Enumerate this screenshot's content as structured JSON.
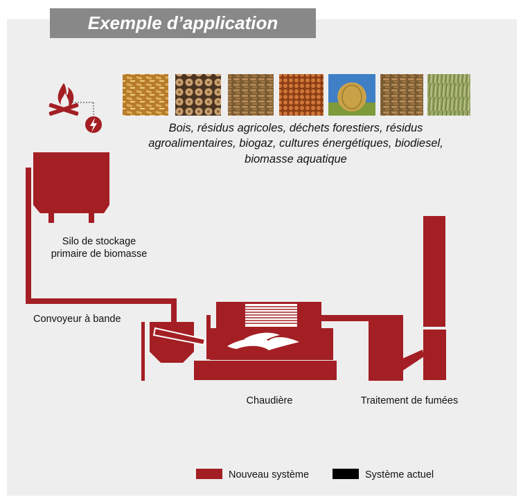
{
  "title": "Exemple d’application",
  "biomass_text": [
    "Bois, résidus agricoles, déchets forestiers, résidus",
    "agroalimentaires, biogaz, cultures énergétiques, biodiesel,",
    "biomasse aquatique"
  ],
  "images": [
    {
      "name": "wood-chips-photo"
    },
    {
      "name": "log-pile-photo"
    },
    {
      "name": "wood-pellets-photo"
    },
    {
      "name": "grain-photo"
    },
    {
      "name": "hay-bale-photo"
    },
    {
      "name": "pellets-photo"
    },
    {
      "name": "energy-grass-photo"
    }
  ],
  "labels": {
    "silo": [
      "Silo de stockage",
      "primaire de biomasse"
    ],
    "conveyor": "Convoyeur à bande",
    "boiler": "Chaudière",
    "flue": "Traitement de fumées"
  },
  "legend": {
    "new_system": "Nouveau système",
    "current_system": "Système actuel"
  },
  "colors": {
    "new_system": "#a31f24",
    "current_system": "#000000",
    "title_bg": "#888888",
    "panel_bg": "#eeeeee"
  }
}
